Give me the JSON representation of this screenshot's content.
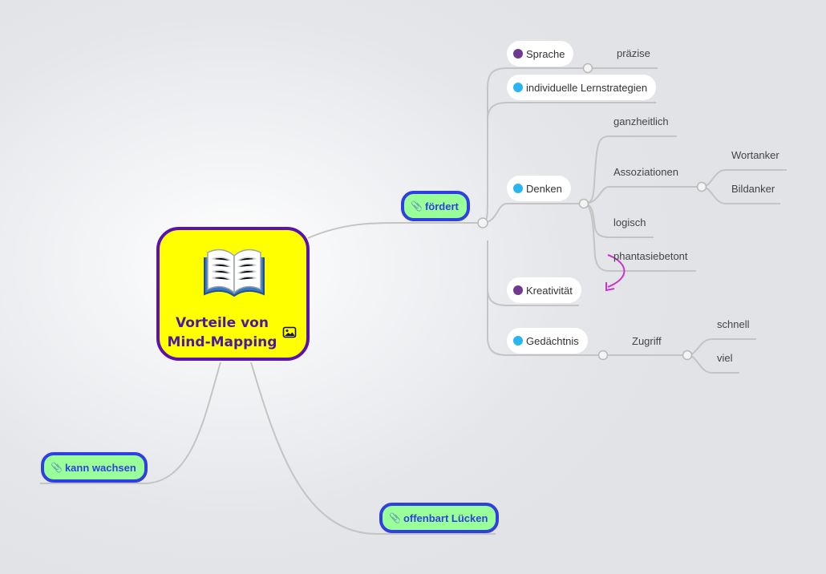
{
  "central": {
    "title_line1": "Vorteile von",
    "title_line2": "Mind-Mapping",
    "icon": "book-icon",
    "attachment_icon": "image-icon"
  },
  "branches": {
    "foerdert": "fördert",
    "kann_wachsen": "kann wachsen",
    "offenbart": "offenbart Lücken"
  },
  "subtopics": {
    "sprache": "Sprache",
    "lernstrategien": "individuelle Lernstrategien",
    "denken": "Denken",
    "kreativitaet": "Kreativität",
    "gedaechtnis": "Gedächtnis"
  },
  "leaves": {
    "praezise": "präzise",
    "ganzheitlich": "ganzheitlich",
    "assoziationen": "Assoziationen",
    "wortanker": "Wortanker",
    "bildanker": "Bildanker",
    "logisch": "logisch",
    "phantasiebetont": "phantasiebetont",
    "zugriff": "Zugriff",
    "schnell": "schnell",
    "viel": "viel"
  },
  "colors": {
    "central_fill": "#ffff00",
    "central_border": "#5a12b0",
    "branch_fill": "#99ff99",
    "branch_border": "#2f3fe0",
    "dot_purple": "#6e3a8f",
    "dot_blue": "#2ab5f0",
    "relation_arrow": "#cc33cc",
    "connector": "#c4c4c4"
  }
}
